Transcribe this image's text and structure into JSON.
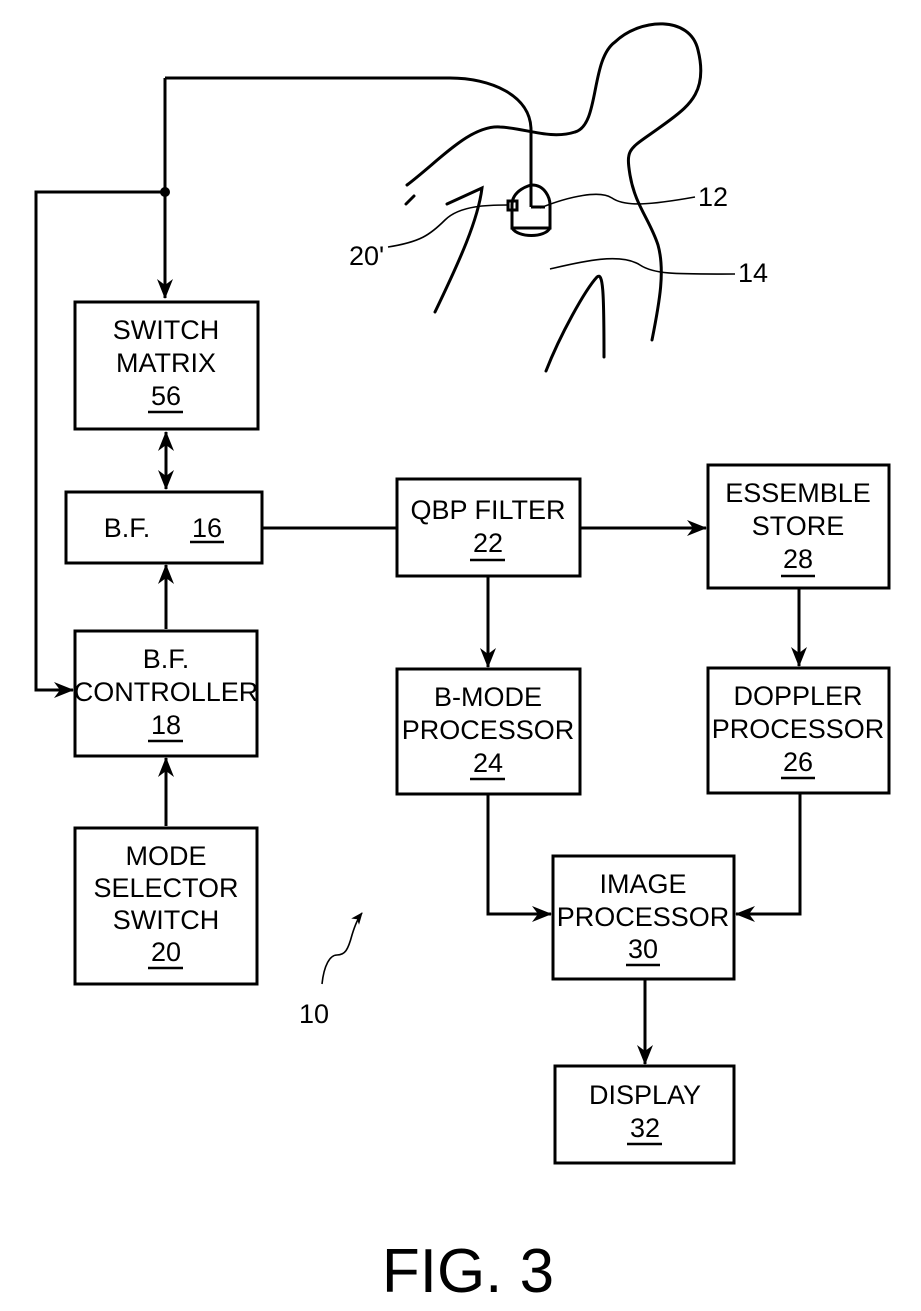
{
  "figure": {
    "caption": "FIG. 3",
    "system_ref": "10",
    "foreground_color": "#000000",
    "background_color": "#ffffff"
  },
  "blocks": {
    "switch_matrix": {
      "lines": [
        "SWITCH",
        "MATRIX"
      ],
      "ref": "56"
    },
    "beamformer": {
      "lines": [
        "B.F."
      ],
      "ref": "16"
    },
    "bf_controller": {
      "lines": [
        "B.F.",
        "CONTROLLER"
      ],
      "ref": "18"
    },
    "mode_selector": {
      "lines": [
        "MODE",
        "SELECTOR",
        "SWITCH"
      ],
      "ref": "20"
    },
    "qbp_filter": {
      "lines": [
        "QBP FILTER"
      ],
      "ref": "22"
    },
    "ensemble_store": {
      "lines": [
        "ESSEMBLE",
        "STORE"
      ],
      "ref": "28"
    },
    "bmode_processor": {
      "lines": [
        "B-MODE",
        "PROCESSOR"
      ],
      "ref": "24"
    },
    "doppler_processor": {
      "lines": [
        "DOPPLER",
        "PROCESSOR"
      ],
      "ref": "26"
    },
    "image_processor": {
      "lines": [
        "IMAGE",
        "PROCESSOR"
      ],
      "ref": "30"
    },
    "display": {
      "lines": [
        "DISPLAY"
      ],
      "ref": "32"
    }
  },
  "callouts": {
    "probe": "12",
    "patient": "14",
    "probe_switch": "20'"
  },
  "connections": [
    {
      "from": "probe",
      "to": "switch_matrix",
      "direction": "forward"
    },
    {
      "from": "probe",
      "to": "bf_controller",
      "direction": "forward"
    },
    {
      "from": "switch_matrix",
      "to": "beamformer",
      "direction": "bidirectional"
    },
    {
      "from": "bf_controller",
      "to": "beamformer",
      "direction": "forward"
    },
    {
      "from": "mode_selector",
      "to": "bf_controller",
      "direction": "forward"
    },
    {
      "from": "beamformer",
      "to": "qbp_filter",
      "direction": "forward"
    },
    {
      "from": "qbp_filter",
      "to": "ensemble_store",
      "direction": "forward"
    },
    {
      "from": "qbp_filter",
      "to": "bmode_processor",
      "direction": "forward"
    },
    {
      "from": "ensemble_store",
      "to": "doppler_processor",
      "direction": "forward"
    },
    {
      "from": "bmode_processor",
      "to": "image_processor",
      "direction": "forward"
    },
    {
      "from": "doppler_processor",
      "to": "image_processor",
      "direction": "forward"
    },
    {
      "from": "image_processor",
      "to": "display",
      "direction": "forward"
    }
  ]
}
